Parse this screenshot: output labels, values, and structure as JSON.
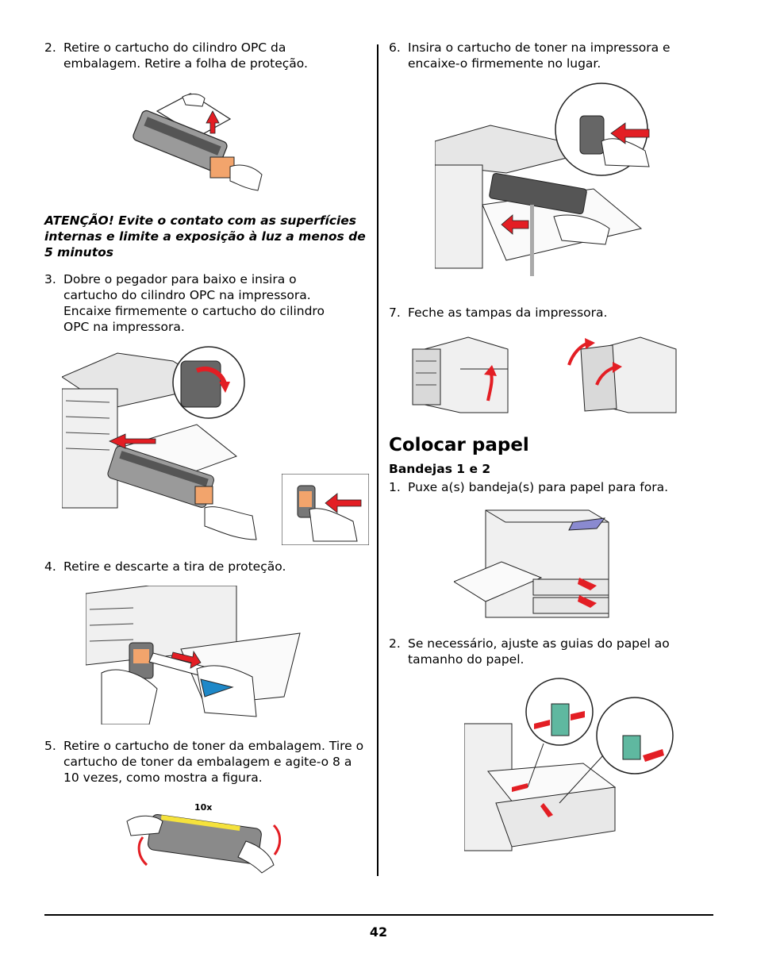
{
  "left_column": {
    "step2": {
      "number": "2.",
      "text": "Retire o cartucho do cilindro OPC da embalagem. Retire a folha de proteção."
    },
    "warning": "ATENÇÃO! Evite o contato com as superfícies internas e limite a exposição à luz a menos de 5 minutos",
    "step3": {
      "number": "3.",
      "text": "Dobre o pegador para baixo e insira o cartucho do cilindro OPC na impressora. Encaixe firmemente o cartucho do cilindro OPC na impressora."
    },
    "step4": {
      "number": "4.",
      "text": "Retire e descarte a tira de proteção."
    },
    "step5": {
      "number": "5.",
      "text": "Retire o cartucho de toner da embalagem. Tire o cartucho de toner da embalagem e agite-o 8 a 10 vezes, como mostra a figura."
    },
    "shake_label": "10x"
  },
  "right_column": {
    "step6": {
      "number": "6.",
      "text": "Insira o cartucho de toner na impressora e encaixe-o firmemente no lugar."
    },
    "step7": {
      "number": "7.",
      "text": "Feche as tampas da impressora."
    },
    "section_title": "Colocar papel",
    "subsection_title": "Bandejas 1 e 2",
    "tray_step1": {
      "number": "1.",
      "text": "Puxe a(s) bandeja(s) para papel para fora."
    },
    "tray_step2": {
      "number": "2.",
      "text": "Se necessário, ajuste as guias do papel ao tamanho do papel."
    }
  },
  "footer": {
    "page_number": "42"
  },
  "colors": {
    "arrow": "#e31e24",
    "tape": "#f2a46c",
    "highlight": "#5fb8a0",
    "toner_stripe": "#f5e23c",
    "blue_tab": "#1e88c8"
  }
}
